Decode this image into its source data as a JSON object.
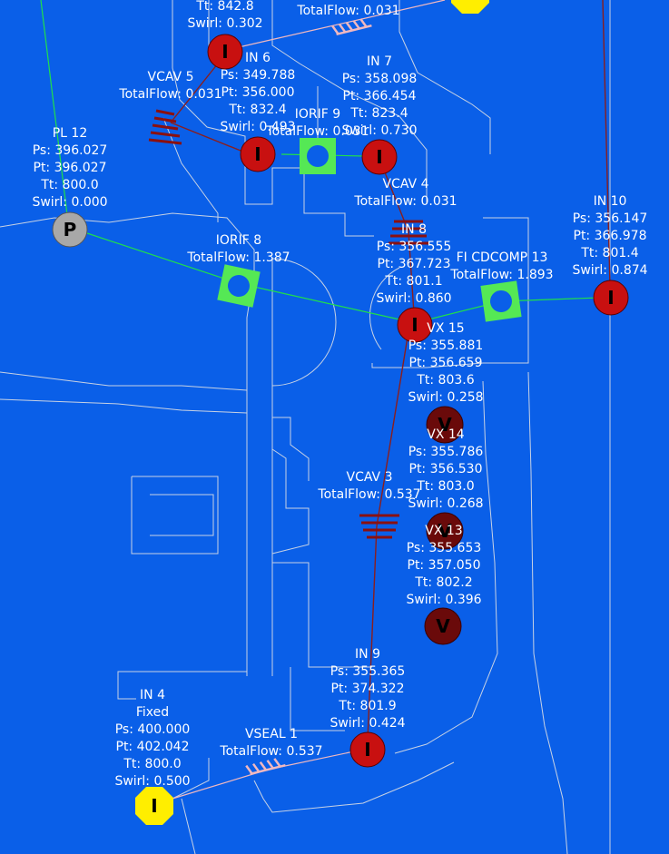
{
  "colors": {
    "background": "#0a5fe8",
    "geometry": "#c8d2e4",
    "flow_line_green": "#1fe04a",
    "flow_line_red": "#8a1e1e",
    "node_red": "#c81010",
    "node_grey": "#a8a8a8",
    "fixed_node": "#ffee00",
    "orifice": "#55e855",
    "cavity": "#8a1010",
    "seal": "#f0b8c0"
  },
  "elements": [
    {
      "id": "top-left",
      "lines": [
        "Tt: 842.8",
        "Swirl: 0.302"
      ]
    },
    {
      "id": "top-flow",
      "lines": [
        "TotalFlow: 0.031"
      ]
    },
    {
      "id": "vcav5",
      "lines": [
        "VCAV  5",
        "TotalFlow: 0.031"
      ]
    },
    {
      "id": "in6",
      "lines": [
        "IN 6",
        "Ps: 349.788",
        "Pt: 356.000",
        "Tt: 832.4",
        "Swirl: 0.493"
      ]
    },
    {
      "id": "in7",
      "lines": [
        "IN 7",
        "Ps: 358.098",
        "Pt: 366.454",
        "Tt: 823.4",
        "Swirl: 0.730"
      ]
    },
    {
      "id": "iorif9",
      "lines": [
        "IORIF  9",
        "TotalFlow: 0.031"
      ]
    },
    {
      "id": "pl12",
      "lines": [
        "PL 12",
        "Ps: 396.027",
        "Pt: 396.027",
        "Tt: 800.0",
        "Swirl: 0.000"
      ]
    },
    {
      "id": "vcav4",
      "lines": [
        "VCAV  4",
        "TotalFlow: 0.031"
      ]
    },
    {
      "id": "in8",
      "lines": [
        "IN 8",
        "Ps: 356.555",
        "Pt: 367.723",
        "Tt: 801.1",
        "Swirl: 0.860"
      ]
    },
    {
      "id": "in10",
      "lines": [
        "IN 10",
        "Ps: 356.147",
        "Pt: 366.978",
        "Tt: 801.4",
        "Swirl: 0.874"
      ]
    },
    {
      "id": "iorif8",
      "lines": [
        "IORIF  8",
        "TotalFlow: 1.387"
      ]
    },
    {
      "id": "fi13",
      "lines": [
        "FI CDCOMP 13",
        "TotalFlow: 1.893"
      ]
    },
    {
      "id": "vx15",
      "lines": [
        "VX 15",
        "Ps: 355.881",
        "Pt: 356.659",
        "Tt: 803.6",
        "Swirl: 0.258"
      ]
    },
    {
      "id": "vx14",
      "lines": [
        "VX 14",
        "Ps: 355.786",
        "Pt: 356.530",
        "Tt: 803.0",
        "Swirl: 0.268"
      ]
    },
    {
      "id": "vcav3",
      "lines": [
        "VCAV  3",
        "TotalFlow: 0.537"
      ]
    },
    {
      "id": "vx13",
      "lines": [
        "VX 13",
        "Ps: 355.653",
        "Pt: 357.050",
        "Tt: 802.2",
        "Swirl: 0.396"
      ]
    },
    {
      "id": "in9",
      "lines": [
        "IN 9",
        "Ps: 355.365",
        "Pt: 374.322",
        "Tt: 801.9",
        "Swirl: 0.424"
      ]
    },
    {
      "id": "in4",
      "lines": [
        "IN 4",
        "Fixed",
        "Ps: 400.000",
        "Pt: 402.042",
        "Tt: 800.0",
        "Swirl: 0.500"
      ]
    },
    {
      "id": "vseal1",
      "lines": [
        "VSEAL  1",
        "TotalFlow: 0.537"
      ]
    }
  ],
  "node_glyphs": {
    "inner": "I",
    "plenum": "P",
    "vortex": "V"
  }
}
